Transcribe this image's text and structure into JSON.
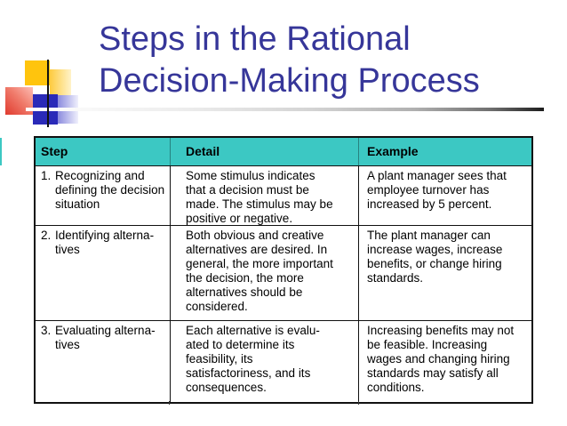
{
  "title": {
    "text": "Steps in the Rational\nDecision-Making Process"
  },
  "colors": {
    "title_blue": "#363699",
    "table_header_teal": "#3CC8C3",
    "table_border": "#111111",
    "body_text": "#000000",
    "deco_gold": "#FFC40D",
    "deco_pale_yellow": "#FFF3C9",
    "deco_red": "#E03A2E",
    "deco_dark_blue": "#2A2AB8",
    "deco_light_blue": "#8B8BDE"
  },
  "decoration": {
    "squares": [
      "gold-square",
      "pale-yellow-square",
      "red-square",
      "dark-blue-square",
      "light-blue-square"
    ],
    "lines": [
      "vertical-black-line",
      "title-rule-gradient-line"
    ]
  },
  "table": {
    "headers": [
      "Step",
      "Detail",
      "Example"
    ],
    "rows": [
      {
        "num": "1.",
        "step": "Recognizing and\ndefining the decision\nsituation",
        "detail": "Some stimulus indicates\nthat a decision must be\nmade. The stimulus may be\npositive or negative.",
        "example": "A plant manager sees that\nemployee turnover has\nincreased by 5 percent."
      },
      {
        "num": "2.",
        "step": "Identifying alterna-\ntives",
        "detail": "Both obvious and creative\nalternatives are desired. In\ngeneral, the more important\nthe decision, the more\nalternatives should be\nconsidered.",
        "example": "The plant manager can\nincrease wages, increase\nbenefits, or change hiring\nstandards."
      },
      {
        "num": "3.",
        "step": "Evaluating alterna-\ntives",
        "detail": "Each alternative is evalu-\nated to determine its\nfeasibility, its\nsatisfactoriness, and its\nconsequences.",
        "example": "Increasing benefits may not\nbe feasible. Increasing\nwages and changing hiring\nstandards may satisfy all\nconditions."
      }
    ]
  }
}
